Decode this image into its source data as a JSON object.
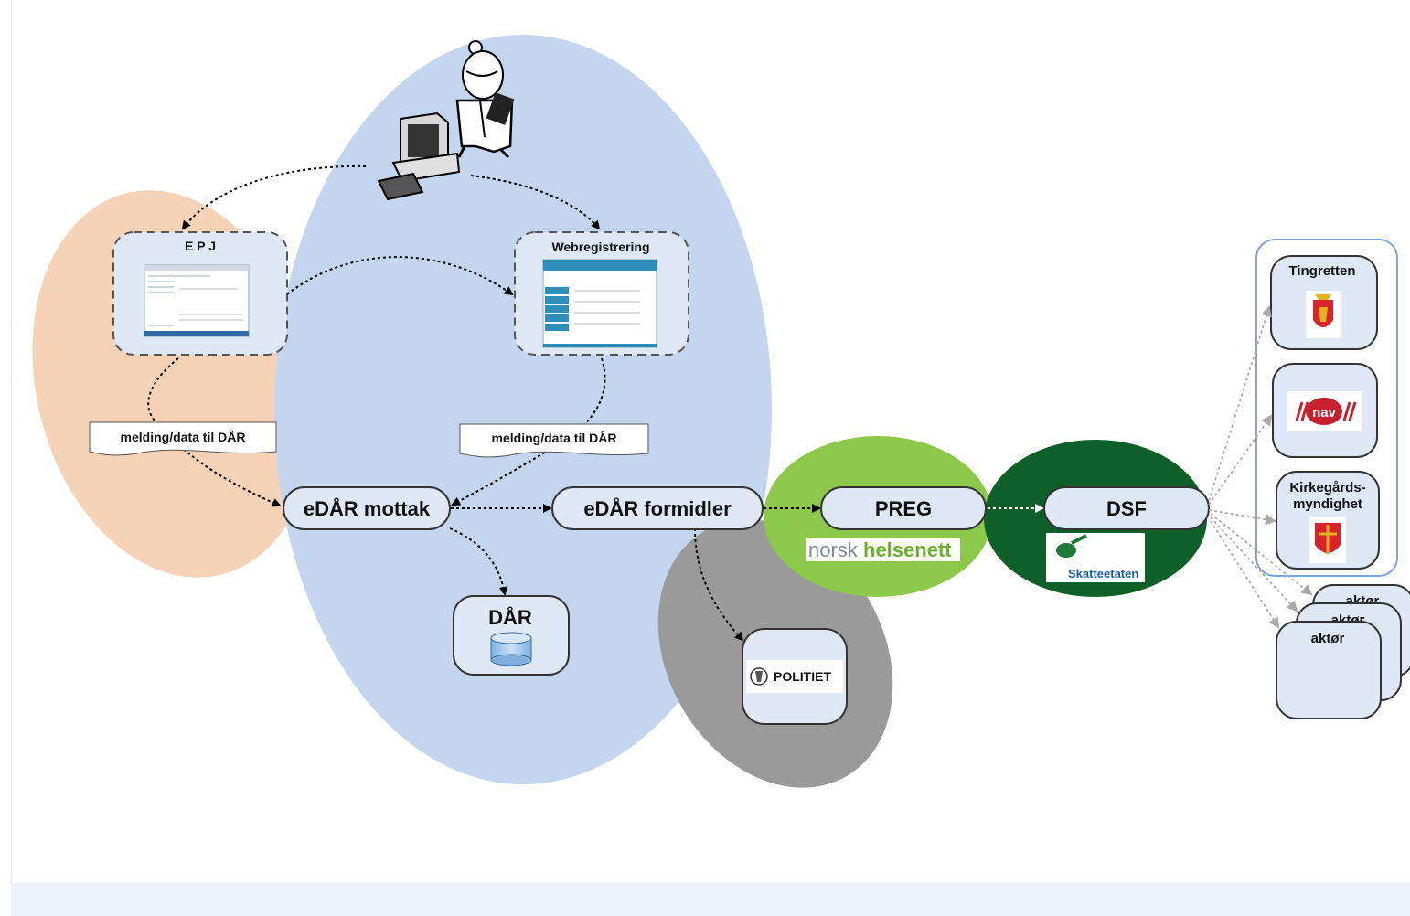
{
  "nodes": {
    "epj": "E P J",
    "webregistrering": "Webregistrering",
    "melding_left": "melding/data til DÅR",
    "melding_right": "melding/data til DÅR",
    "edar_mottak": "eDÅR mottak",
    "edar_formidler": "eDÅR formidler",
    "preg": "PREG",
    "dsf": "DSF",
    "dar": "DÅR",
    "politiet": "POLITIET"
  },
  "logos": {
    "norsk": "norsk",
    "helsenett": "helsenett",
    "skatteetaten": "Skatteetaten",
    "nav": "nav"
  },
  "actors": {
    "tingretten": "Tingretten",
    "kirkegard_line1": "Kirkegårds-",
    "kirkegard_line2": "myndighet",
    "aktor_1": "aktør",
    "aktor_2": "aktør",
    "aktor_3": "aktør"
  },
  "colors": {
    "blue_zone": "#c4d6ef",
    "peach_zone": "#f6d2b7",
    "light_green": "#8cc84a",
    "dark_green": "#0f5f28",
    "grey_zone": "#9a9a9a",
    "pill_fill": "#dfe8f5",
    "nav_red": "#c8202f",
    "skatt_green": "#1d7a3a"
  },
  "icons": [
    "doctor-icon",
    "computer-icon",
    "database-icon",
    "coat-of-arms-icon",
    "nav-logo-icon",
    "church-emblem-icon",
    "police-emblem-icon",
    "skatteetaten-logo-icon"
  ]
}
